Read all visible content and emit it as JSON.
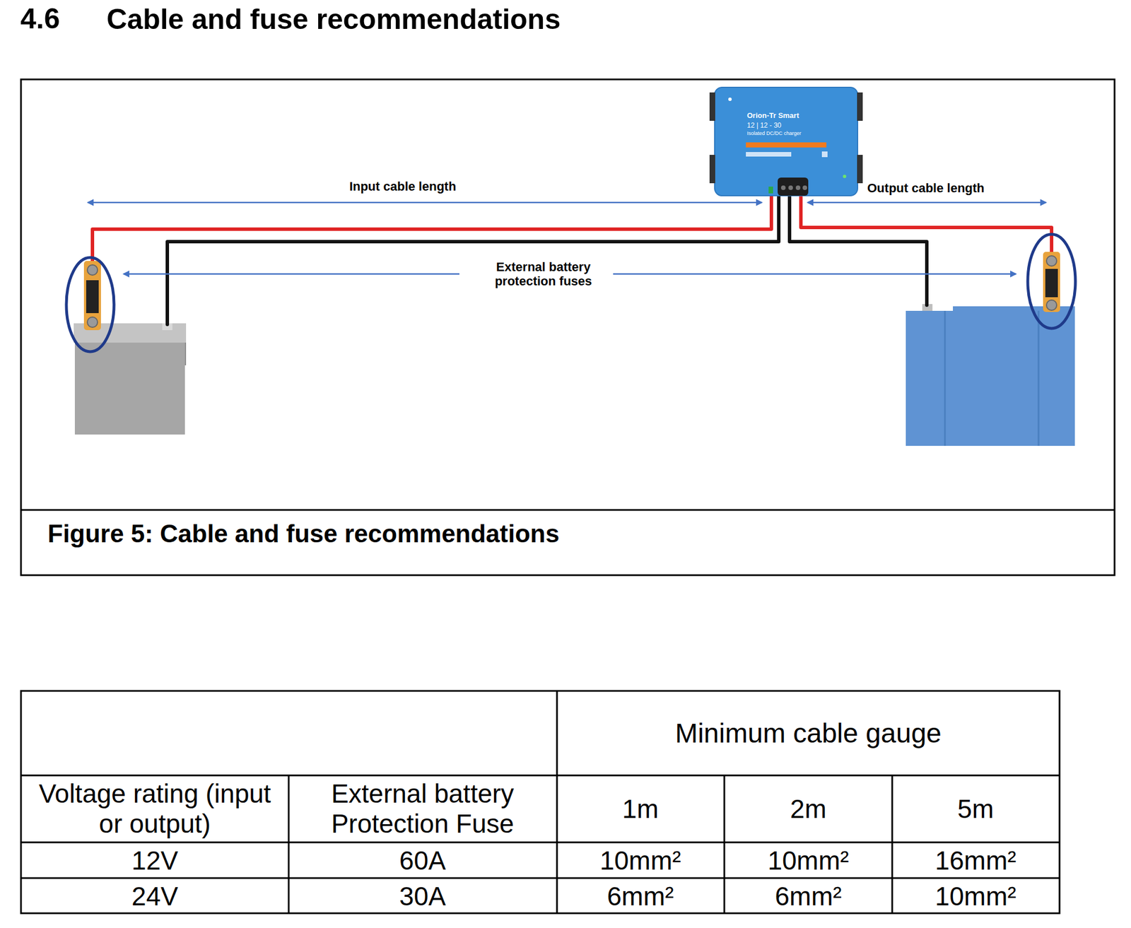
{
  "diagram": {
    "title": "Cable and fuse recommendations",
    "caption": "Figure 5: Cable and fuse recommendations",
    "nodes": [
      {
        "text": [
          "Orion-Tr Smart",
          "12 | 12 - 30",
          "Isolated DC/DC charger"
        ]
      }
    ],
    "labels": [
      "4.6",
      "Input cable length",
      "Output cable length",
      "External battery protection fuses",
      "Minimum cable gauge",
      "Voltage rating (input or output)",
      "External battery Protection Fuse",
      "1m",
      "2m",
      "5m",
      "12V",
      "60A",
      "10mm²",
      "10mm²",
      "16mm²",
      "24V",
      "30A",
      "6mm²",
      "6mm²",
      "10mm²"
    ]
  }
}
